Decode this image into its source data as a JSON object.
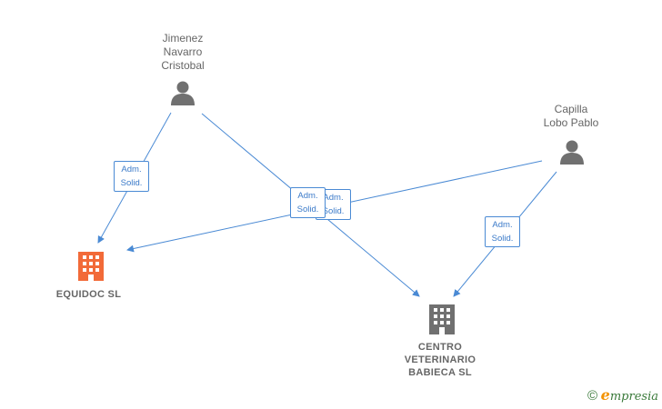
{
  "nodes": {
    "jimenez": {
      "label": "Jimenez\nNavarro\nCristobal",
      "icon": "person-icon"
    },
    "capilla": {
      "label": "Capilla\nLobo Pablo",
      "icon": "person-icon"
    },
    "equidoc": {
      "label": "EQUIDOC  SL",
      "icon": "building-icon",
      "color": "#f26a38"
    },
    "centro": {
      "label": "CENTRO\nVETERINARIO\nBABIECA  SL",
      "icon": "building-icon",
      "color": "#707070"
    }
  },
  "edges": [
    {
      "from": "jimenez",
      "to": "equidoc",
      "label": "Adm.\nSolid."
    },
    {
      "from": "jimenez",
      "to": "centro",
      "label": "Adm.\nSolid."
    },
    {
      "from": "capilla",
      "to": "equidoc",
      "label": "Adm.\nSolid."
    },
    {
      "from": "capilla",
      "to": "centro",
      "label": "Adm.\nSolid."
    }
  ],
  "colors": {
    "edge": "#4a8ad4",
    "person": "#707070",
    "company_primary": "#f26a38",
    "company_other": "#707070"
  },
  "brand": {
    "copyright": "©",
    "e": "e",
    "rest": "mpresia"
  }
}
